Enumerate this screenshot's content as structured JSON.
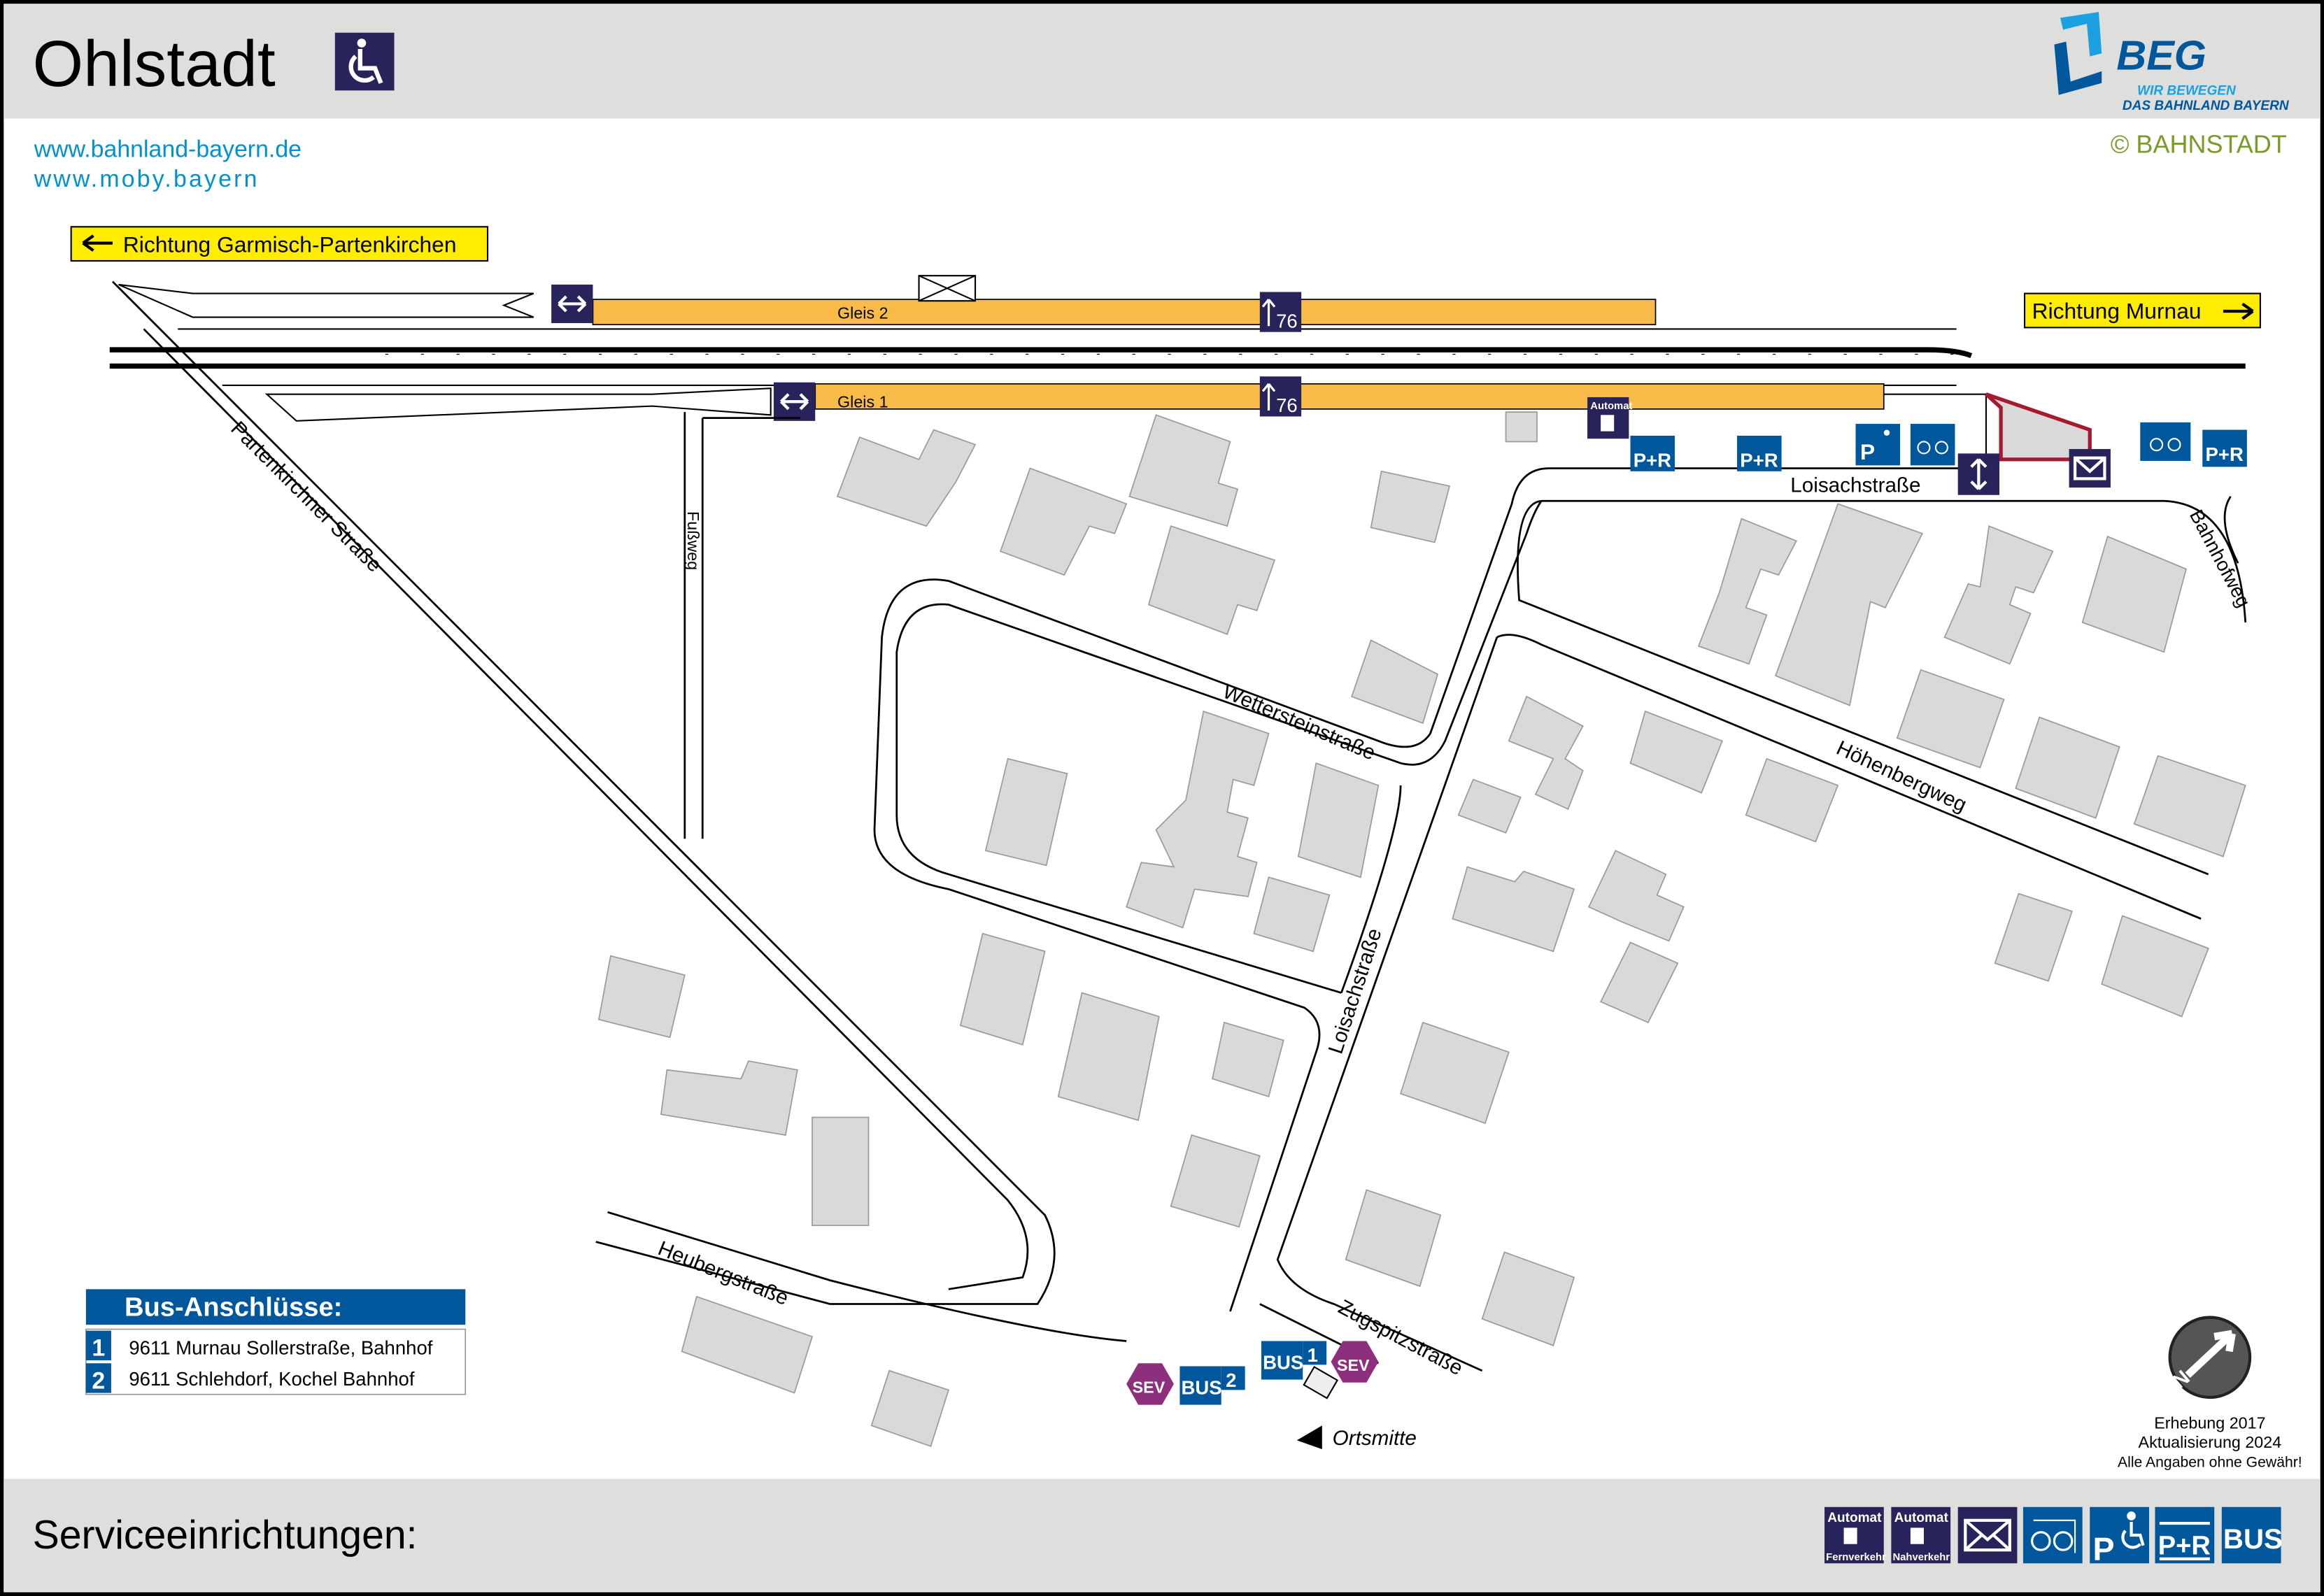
{
  "header": {
    "title": "Ohlstadt",
    "accessibility_icon": "wheelchair-icon",
    "logo": {
      "brand": "BEG",
      "tagline_1": "WIR BEWEGEN",
      "tagline_2": "DAS BAHNLAND BAYERN"
    },
    "copyright": "© BAHNSTADT"
  },
  "links": [
    "www.bahnland-bayern.de",
    "www.moby.bayern"
  ],
  "directions": {
    "west": "Richtung Garmisch-Partenkirchen",
    "east": "Richtung Murnau"
  },
  "platforms": [
    {
      "label": "Gleis 2",
      "exit_distance": "76"
    },
    {
      "label": "Gleis 1",
      "exit_distance": "76"
    }
  ],
  "streets": {
    "partenkirchner": "Partenkirchner Straße",
    "fussweg": "Fußweg",
    "wetterstein": "Wettersteinstraße",
    "loisach_north": "Loisachstraße",
    "loisach_south": "Loisachstraße",
    "hoehenberg": "Höhenbergweg",
    "bahnhofweg": "Bahnhofweg",
    "heuberg": "Heubergstraße",
    "zugspitz": "Zugspitzstraße",
    "ortsmitte": "Ortsmitte"
  },
  "map_signs": {
    "automat": "Automat",
    "pr": "P+R",
    "p": "P",
    "bus": "BUS",
    "sev": "SEV",
    "bus_stop_1": "1",
    "bus_stop_2": "2"
  },
  "bus_connections": {
    "title": "Bus-Anschlüsse:",
    "rows": [
      {
        "stop": "1",
        "line": "9611 Murnau Sollerstraße, Bahnhof"
      },
      {
        "stop": "2",
        "line": "9611 Schlehdorf, Kochel Bahnhof"
      }
    ]
  },
  "survey": {
    "line1": "Erhebung 2017",
    "line2": "Aktualisierung 2024",
    "line3": "Alle Angaben ohne Gewähr!"
  },
  "compass": "N",
  "footer": {
    "title": "Serviceeinrichtungen:",
    "services": [
      {
        "icon": "ticket-machine-long-distance-icon",
        "top": "Automat",
        "bottom": "Fernverkehr"
      },
      {
        "icon": "ticket-machine-regional-icon",
        "top": "Automat",
        "bottom": "Nahverkehr"
      },
      {
        "icon": "mailbox-icon"
      },
      {
        "icon": "bike-parking-icon"
      },
      {
        "icon": "disabled-parking-icon",
        "label": "P"
      },
      {
        "icon": "park-and-ride-icon",
        "label": "P+R"
      },
      {
        "icon": "bus-icon",
        "label": "BUS"
      }
    ]
  },
  "colors": {
    "navy": "#29235c",
    "blue": "#00579c",
    "platform": "#f8bb48",
    "yellow": "#ffed00",
    "sev": "#8e2f7d",
    "header_bg": "#dededc",
    "link": "#0091d4"
  }
}
